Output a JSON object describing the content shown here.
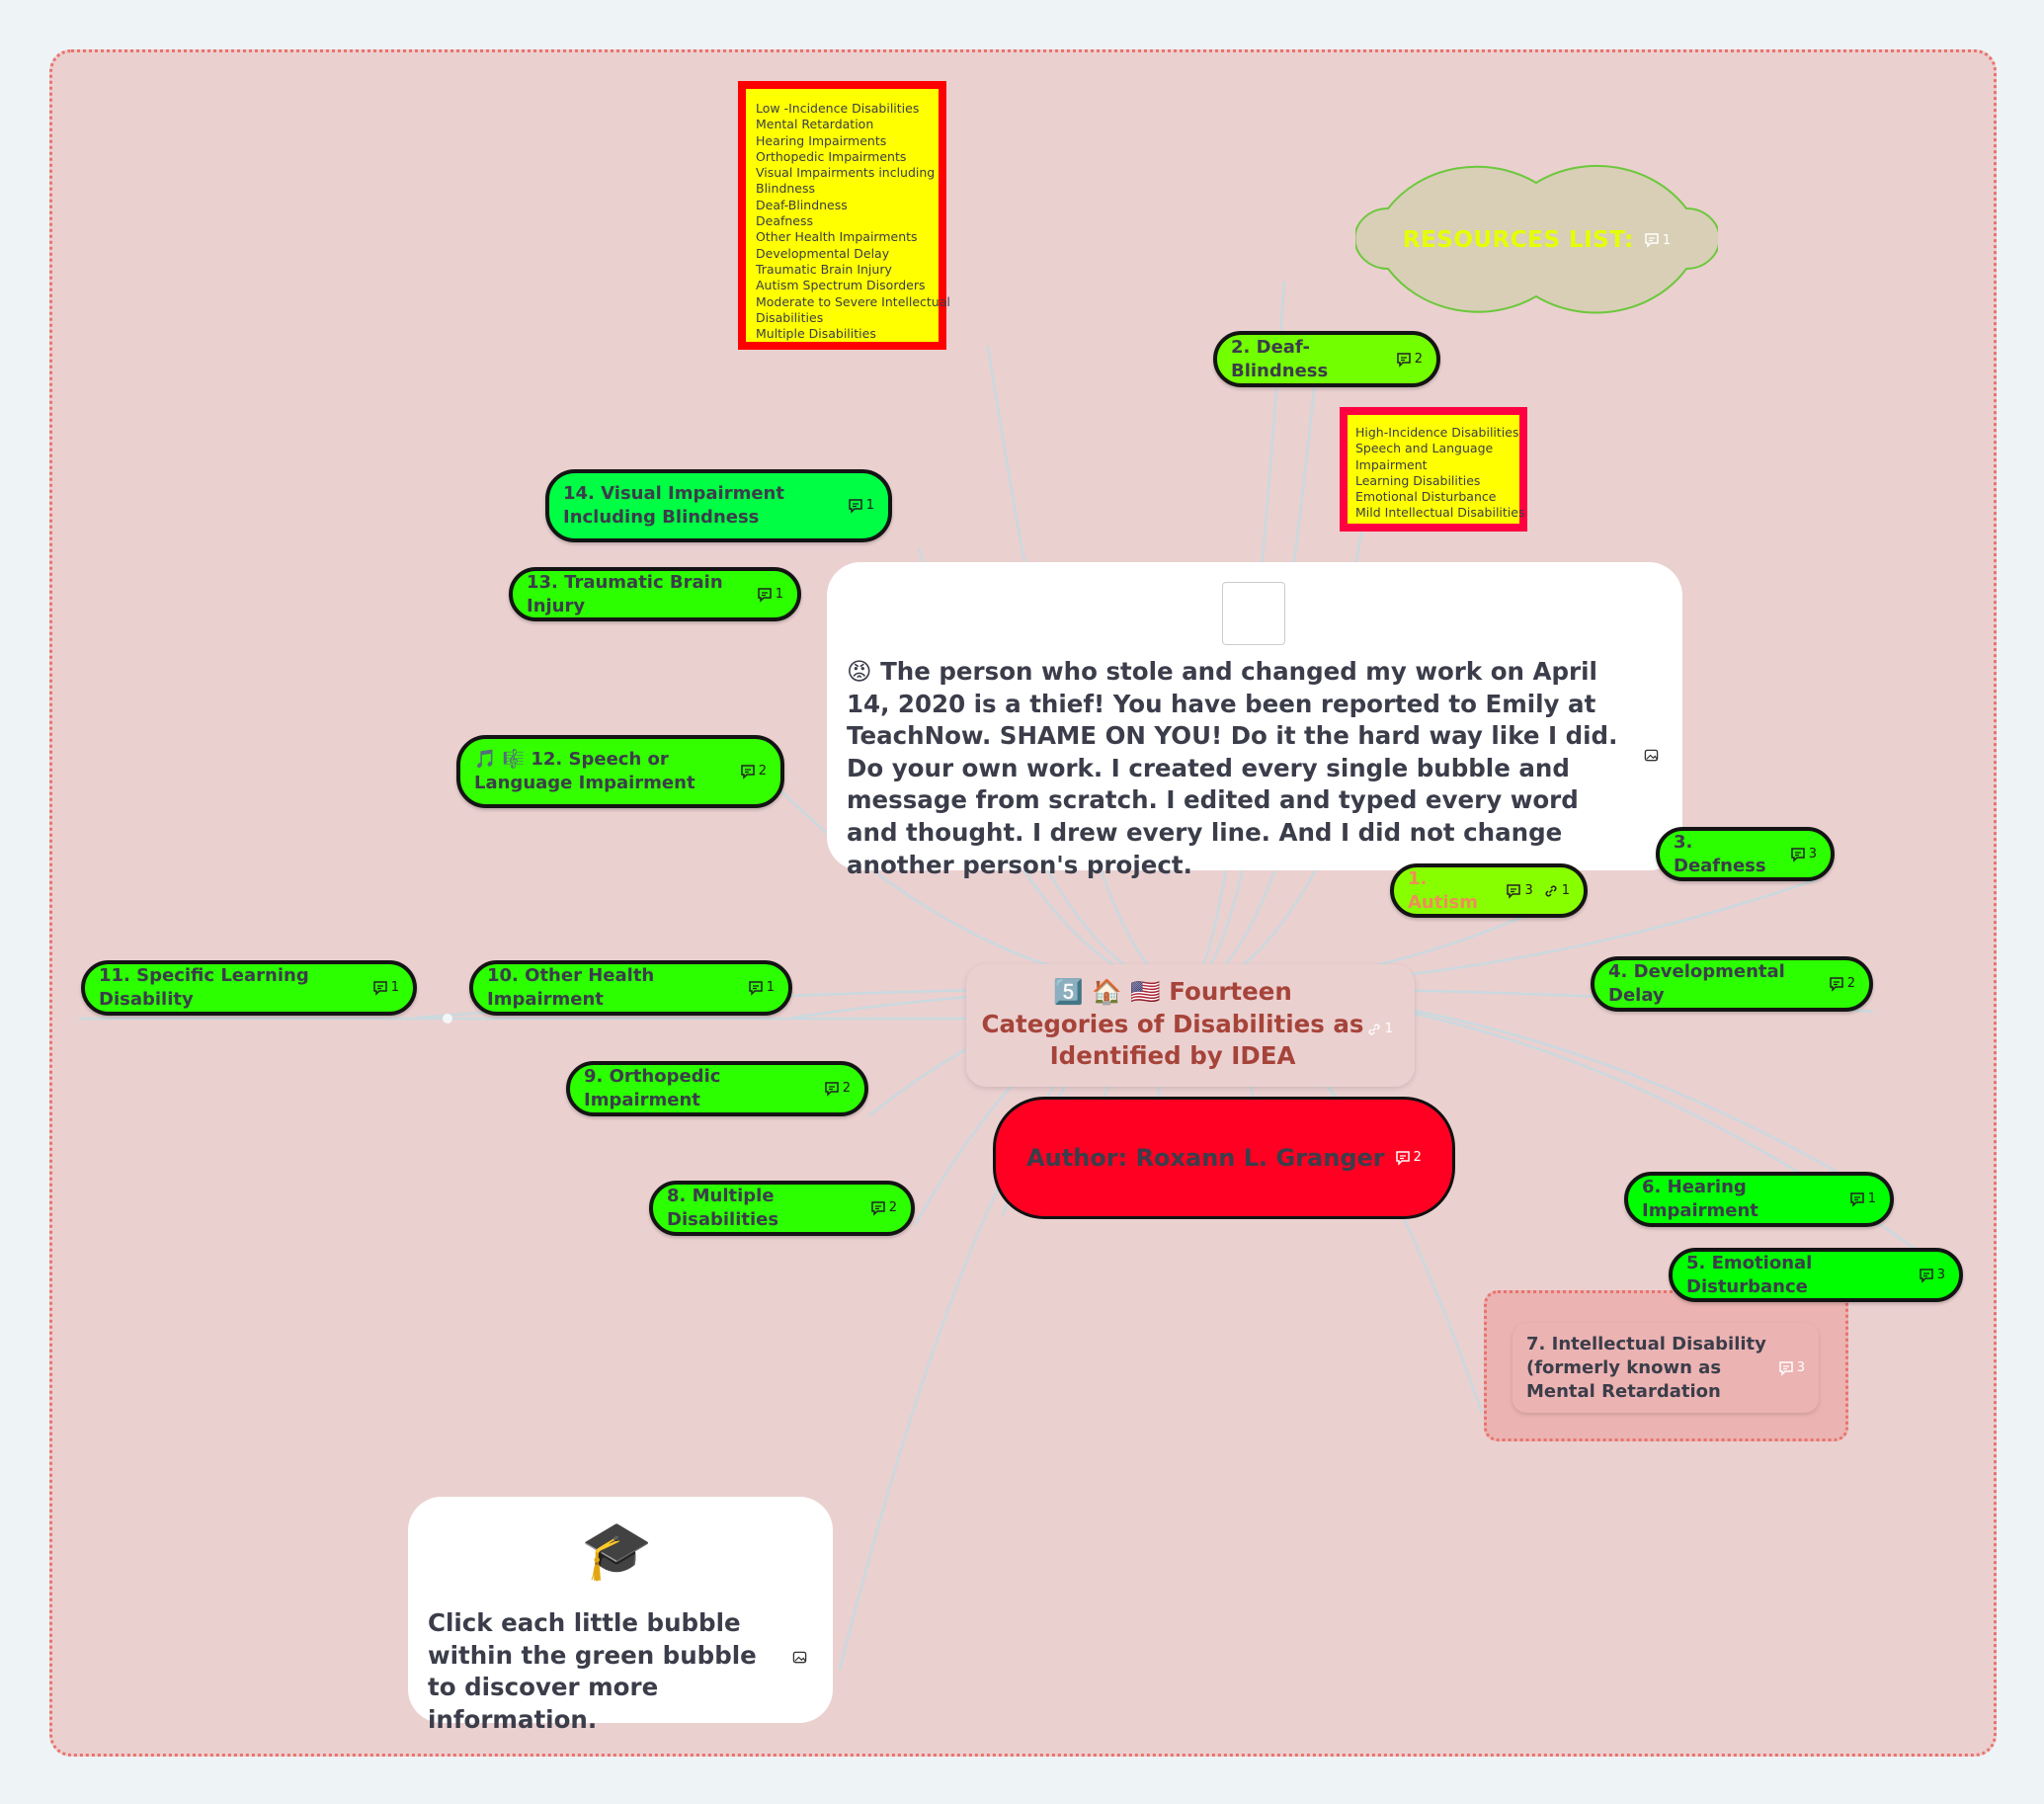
{
  "low_incidence_box": {
    "lines": [
      "Low -Incidence Disabilities",
      "Mental Retardation",
      "Hearing Impairments",
      "Orthopedic Impairments",
      "Visual Impairments including",
      "Blindness",
      "Deaf-Blindness",
      "Deafness",
      "Other Health Impairments",
      "Developmental Delay",
      "Traumatic Brain Injury",
      "Autism Spectrum Disorders",
      "Moderate to Severe Intellectual",
      "Disabilities",
      "Multiple Disabilities"
    ],
    "border_color": "#ff0000"
  },
  "high_incidence_box": {
    "lines": [
      "High-Incidence Disabilities",
      "Speech and Language",
      "Impairment",
      "Learning Disabilities",
      "Emotional Disturbance",
      "Mild Intellectual Disabilities"
    ],
    "border_color": "#ff0040"
  },
  "resources": {
    "label": "RESOURCES LIST:",
    "comments": "1",
    "text_color": "#e6ff00",
    "fill": "#d8cfb6"
  },
  "central": {
    "emoji": "5️⃣ 🏠 🇺🇸",
    "title": "Fourteen Categories of Disabilities as Identified by IDEA",
    "links": "1",
    "title_color": "#a6443a"
  },
  "author": {
    "label": "Author:  Roxann L. Granger",
    "comments": "2",
    "fill": "#ff0022"
  },
  "notice": {
    "emoji": "😡",
    "text": "The person who stole and changed my work on April 14, 2020 is a thief!  You have been reported to Emily at TeachNow.  SHAME ON YOU!  Do it the hard way like I did.  Do your own work.  I created every single bubble and message from scratch.  I edited and typed every word and thought. I drew every line.  And I did not change another person's project."
  },
  "hint": {
    "emoji": "🎓",
    "text": "Click each little bubble within the green bubble to discover more information."
  },
  "categories": [
    {
      "id": "autism",
      "label": "1. Autism",
      "comments": "3",
      "links": "1",
      "fill": "#88ff00",
      "text_color": "#f08c5a"
    },
    {
      "id": "deaf-blindness",
      "label": "2. Deaf-Blindness",
      "comments": "2",
      "fill": "#72ff00"
    },
    {
      "id": "deafness",
      "label": "3. Deafness",
      "comments": "3",
      "fill": "#2bff00"
    },
    {
      "id": "developmental-delay",
      "label": "4. Developmental Delay",
      "comments": "2",
      "fill": "#2bff00"
    },
    {
      "id": "emotional-disturbance",
      "label": "5. Emotional Disturbance",
      "comments": "3",
      "fill": "#00ff00"
    },
    {
      "id": "hearing-impairment",
      "label": "6. Hearing Impairment",
      "comments": "1",
      "fill": "#00ff00"
    },
    {
      "id": "intellectual-disability",
      "label": "7. Intellectual Disability (formerly known as Mental Retardation",
      "comments": "3",
      "fill": "#ebb3b2"
    },
    {
      "id": "multiple-disabilities",
      "label": "8. Multiple Disabilities",
      "comments": "2",
      "fill": "#2bff00"
    },
    {
      "id": "orthopedic-impairment",
      "label": "9. Orthopedic Impairment",
      "comments": "2",
      "fill": "#2bff00"
    },
    {
      "id": "other-health-impairment",
      "label": "10. Other Health Impairment",
      "comments": "1",
      "fill": "#2bff00"
    },
    {
      "id": "specific-learning-disability",
      "label": "11. Specific Learning Disability",
      "comments": "1",
      "fill": "#2bff00"
    },
    {
      "id": "speech-language",
      "label": "🎵 🎼 12. Speech or Language Impairment",
      "comments": "2",
      "fill": "#33ff00"
    },
    {
      "id": "traumatic-brain-injury",
      "label": "13. Traumatic Brain Injury",
      "comments": "1",
      "fill": "#2bff00"
    },
    {
      "id": "visual-impairment",
      "label": "14. Visual Impairment Including Blindness",
      "comments": "1",
      "fill": "#00ff44"
    }
  ],
  "colors": {
    "canvas": "#ebd0d0",
    "connector": "#c9d9df",
    "node_border": "#141414",
    "text": "#3b3d4a"
  }
}
